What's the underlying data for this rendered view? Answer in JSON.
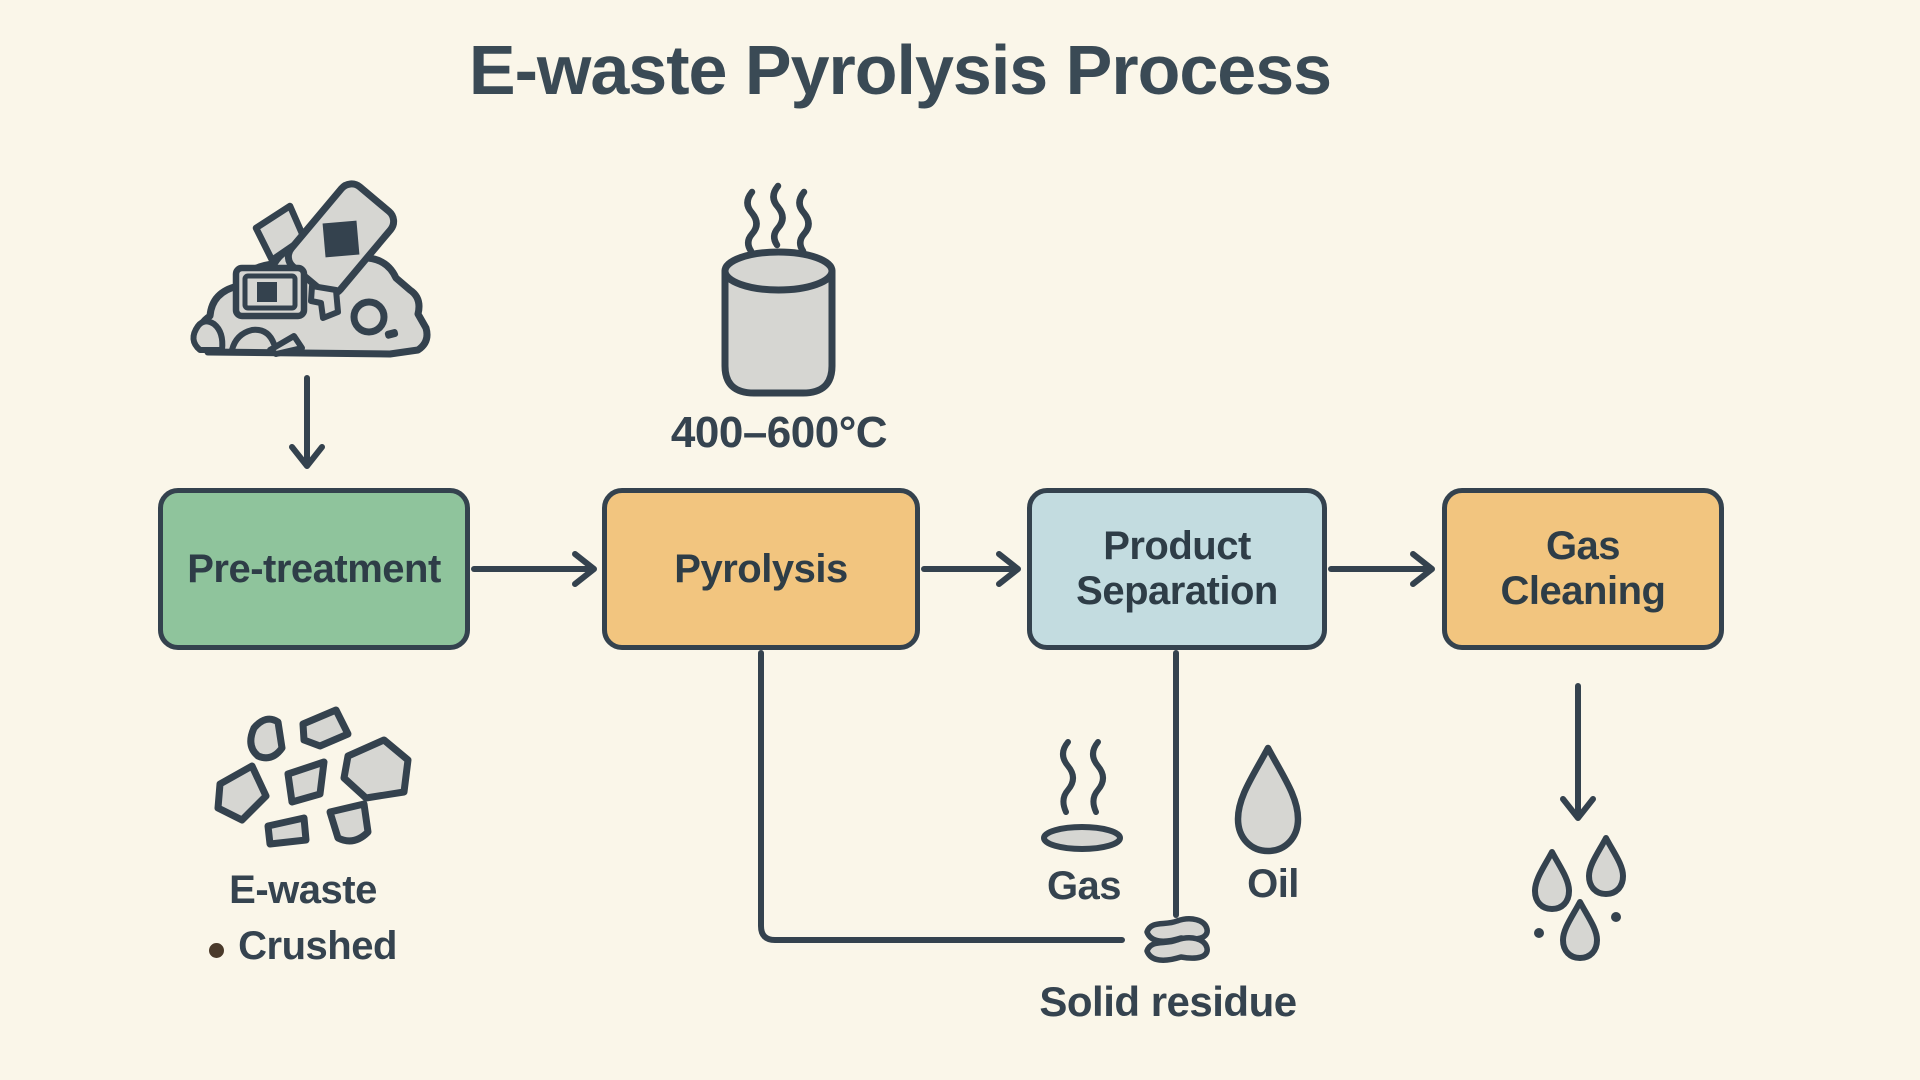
{
  "title": "E-waste Pyrolysis Process",
  "colors": {
    "background": "#faf6e9",
    "outline": "#34424e",
    "text": "#35434f",
    "node_green": "#8fc49c",
    "node_orange": "#f2c57f",
    "node_blue": "#c3dce0",
    "icon_gray": "#d6d6d2",
    "bullet_brown": "#4a3a2b"
  },
  "nodes": [
    {
      "label": "Pre-treatment",
      "color": "#8fc49c"
    },
    {
      "label": "Pyrolysis",
      "color": "#f2c57f"
    },
    {
      "label": "Product Separation",
      "color": "#c3dce0"
    },
    {
      "label": "Gas Cleaning",
      "color": "#f2c57f"
    }
  ],
  "labels": {
    "temperature": "400–600°C",
    "input": "E-waste",
    "input_state": "Crushed",
    "gas": "Gas",
    "oil": "Oil",
    "solid_residue": "Solid residue"
  },
  "icons": {
    "input": "e-waste-pile-icon",
    "reactor": "heated-reactor-icon",
    "crushed": "crushed-pieces-icon",
    "gas": "gas-steam-icon",
    "oil": "oil-droplet-icon",
    "solid": "solid-residue-stack-icon",
    "clean_gas": "clean-gas-droplets-icon"
  }
}
